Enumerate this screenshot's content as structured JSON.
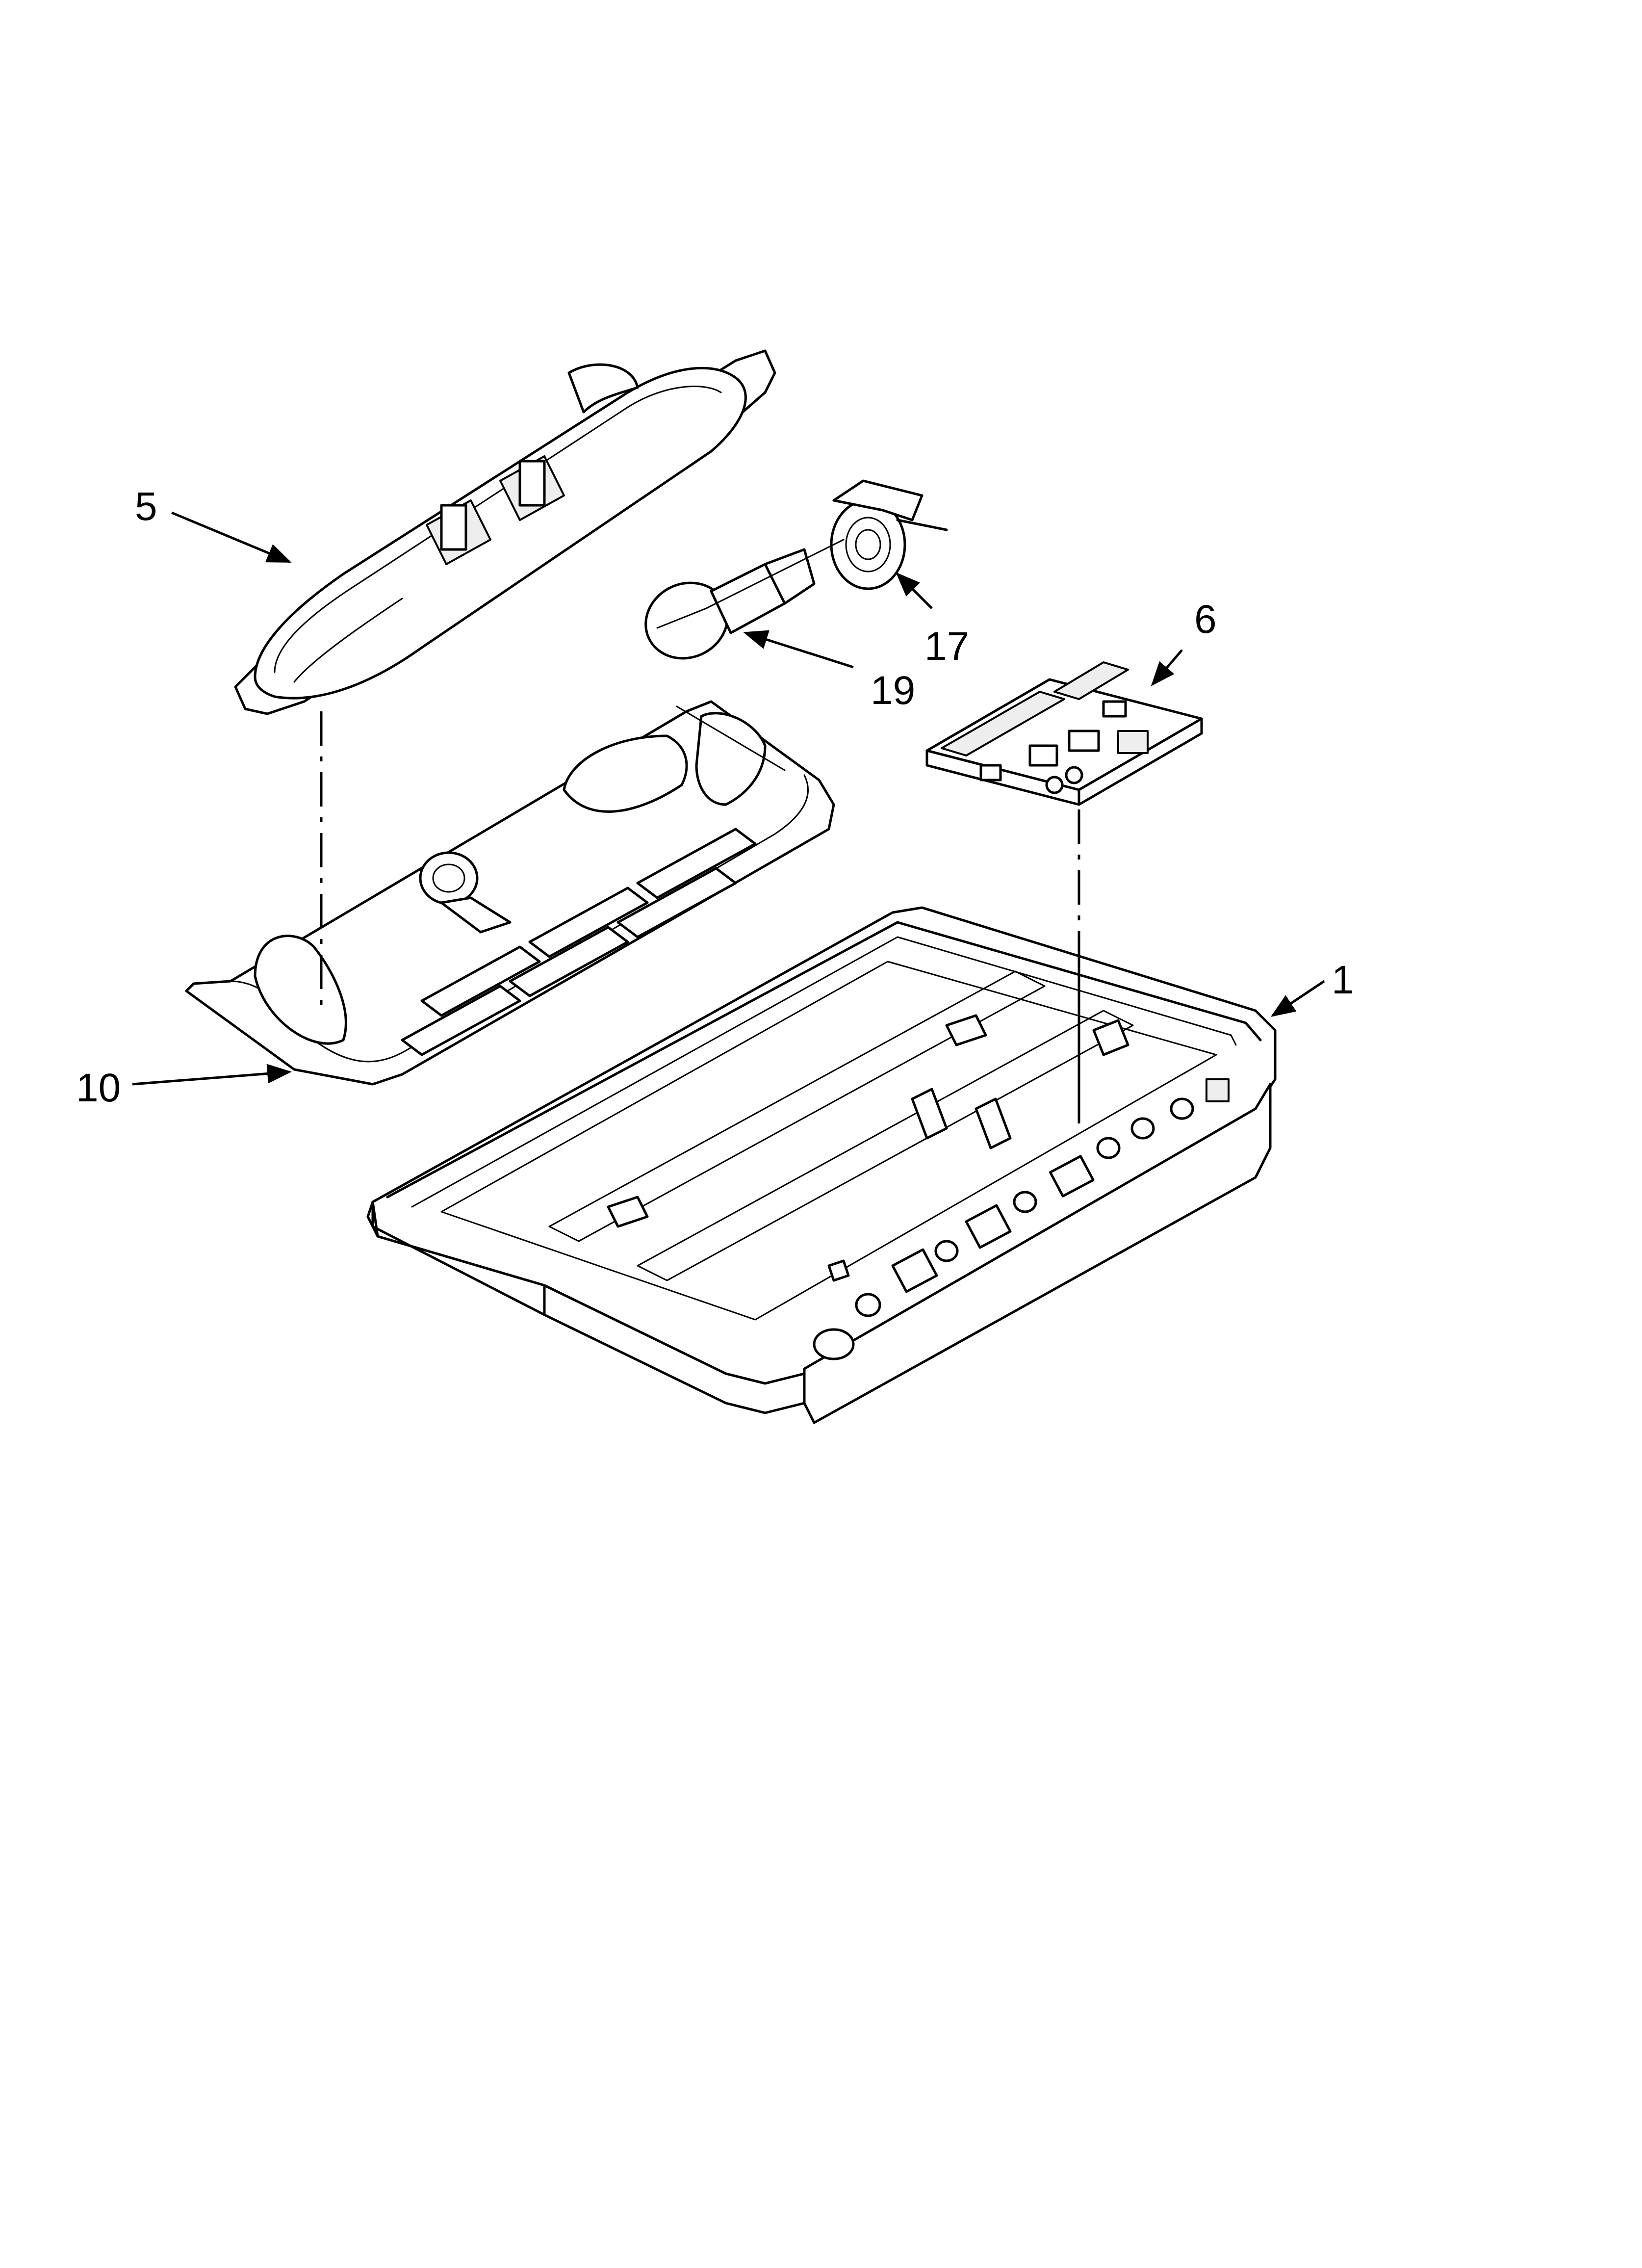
{
  "diagram": {
    "parts": [
      {
        "id": "part-1",
        "callout": "1"
      },
      {
        "id": "part-5",
        "callout": "5"
      },
      {
        "id": "part-6",
        "callout": "6"
      },
      {
        "id": "part-10",
        "callout": "10"
      },
      {
        "id": "part-17",
        "callout": "17"
      },
      {
        "id": "part-19",
        "callout": "19"
      }
    ],
    "line_color": "#000000",
    "background_color": "#ffffff"
  }
}
